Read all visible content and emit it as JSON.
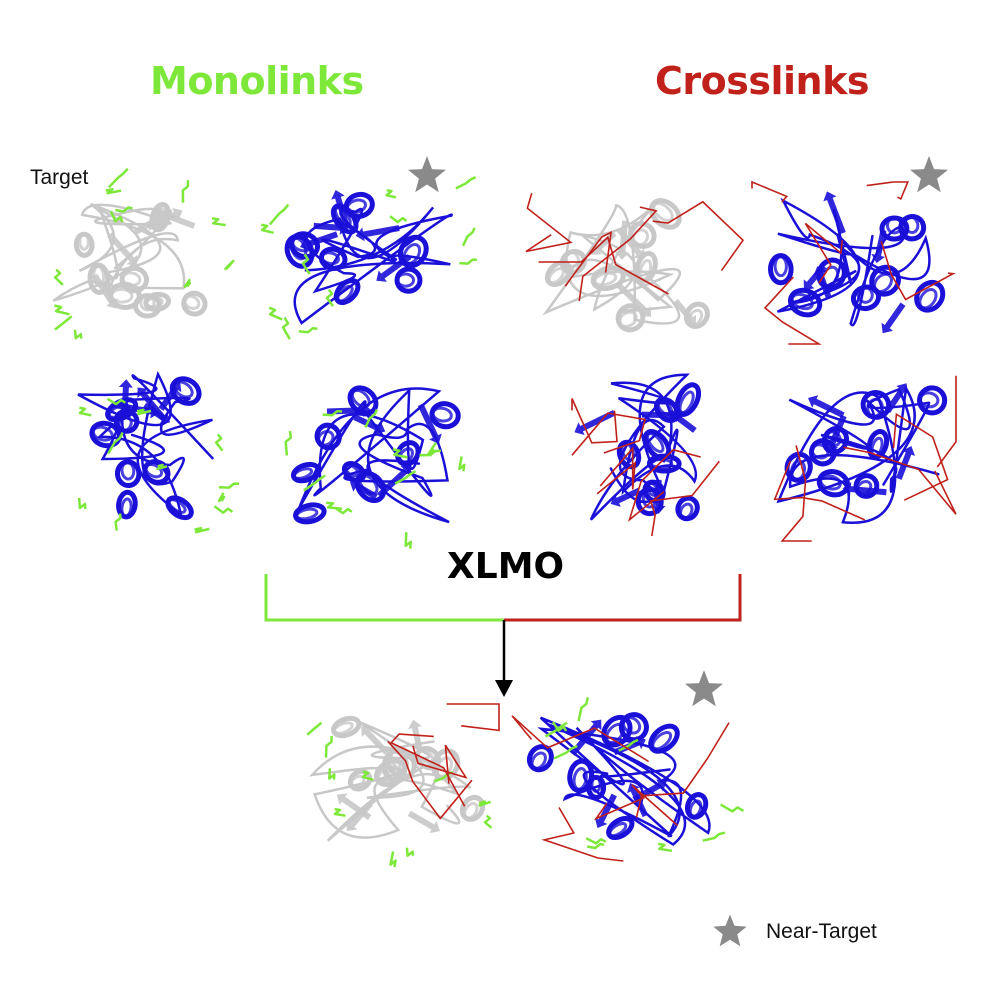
{
  "headings": {
    "monolinks": "Monolinks",
    "crosslinks": "Crosslinks",
    "target": "Target",
    "method": "XLMO"
  },
  "legend": {
    "label": "Near-Target",
    "icon": "star-icon"
  },
  "colors": {
    "monolinks": "#7ee83a",
    "crosslinks": "#c0211a",
    "target_structure": "#c8c8c8",
    "model_structure": "#1a10d8",
    "star": "#8a8a8a",
    "arrow": "#000000"
  },
  "panels": [
    {
      "group": "monolinks",
      "kind": "target",
      "near_target": false
    },
    {
      "group": "monolinks",
      "kind": "model",
      "near_target": true
    },
    {
      "group": "monolinks",
      "kind": "model",
      "near_target": false
    },
    {
      "group": "monolinks",
      "kind": "model",
      "near_target": false
    },
    {
      "group": "crosslinks",
      "kind": "target",
      "near_target": false
    },
    {
      "group": "crosslinks",
      "kind": "model",
      "near_target": true
    },
    {
      "group": "crosslinks",
      "kind": "model",
      "near_target": false
    },
    {
      "group": "crosslinks",
      "kind": "model",
      "near_target": false
    },
    {
      "group": "xlmo",
      "kind": "target",
      "near_target": false
    },
    {
      "group": "xlmo",
      "kind": "model",
      "near_target": true
    }
  ]
}
